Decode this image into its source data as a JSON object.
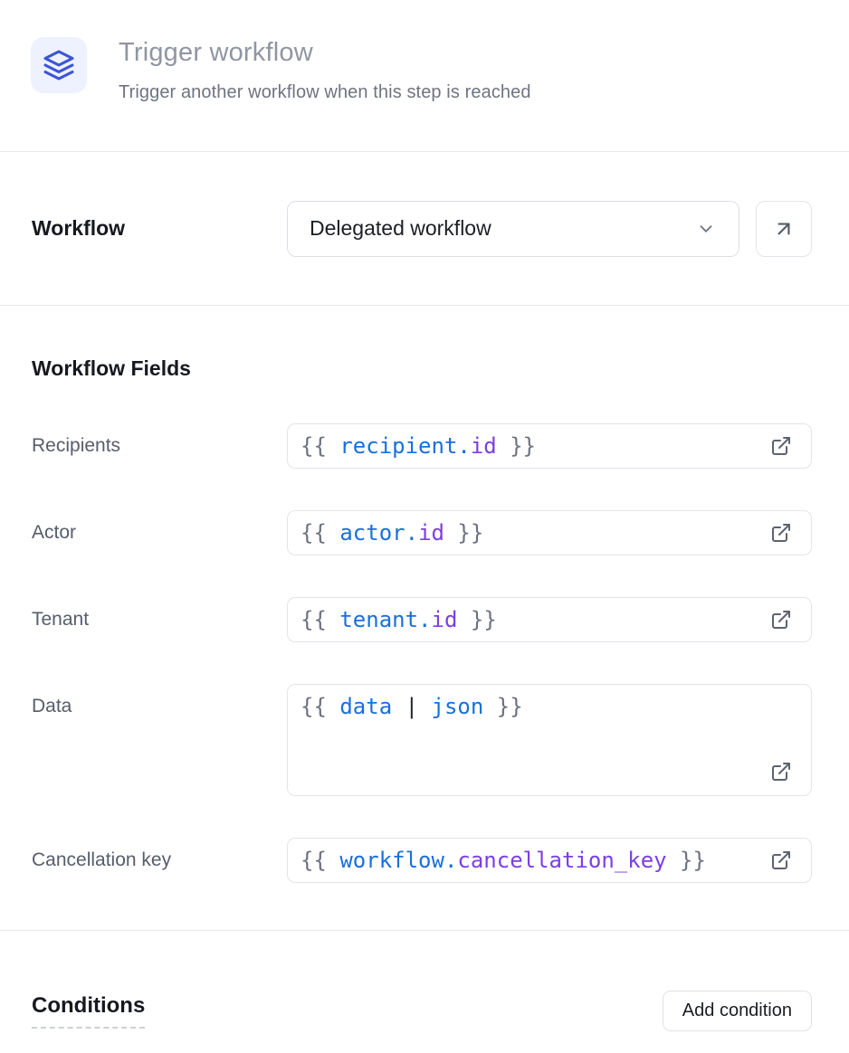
{
  "colors": {
    "code_blue": "#1a6fdb",
    "code_purple": "#7c3fe0",
    "code_gray": "#6b7280",
    "code_dark": "#23262c",
    "icon_blue": "#3b55d4",
    "icon_background": "#eef2fe"
  },
  "header": {
    "icon": "layers-icon",
    "title": "Trigger workflow",
    "subtitle": "Trigger another workflow when this step is reached"
  },
  "workflow": {
    "label": "Workflow",
    "selected": "Delegated workflow",
    "open_icon": "arrow-up-right-icon"
  },
  "fields_section": {
    "heading": "Workflow Fields",
    "expand_icon": "external-link-icon",
    "fields": [
      {
        "label": "Recipients",
        "tokens": [
          {
            "text": "{{ ",
            "type": "delim"
          },
          {
            "text": "recipient.",
            "type": "var"
          },
          {
            "text": "id",
            "type": "prop"
          },
          {
            "text": " }}",
            "type": "delim"
          }
        ]
      },
      {
        "label": "Actor",
        "tokens": [
          {
            "text": "{{ ",
            "type": "delim"
          },
          {
            "text": "actor.",
            "type": "var"
          },
          {
            "text": "id",
            "type": "prop"
          },
          {
            "text": " }}",
            "type": "delim"
          }
        ]
      },
      {
        "label": "Tenant",
        "tokens": [
          {
            "text": "{{ ",
            "type": "delim"
          },
          {
            "text": "tenant.",
            "type": "var"
          },
          {
            "text": "id",
            "type": "prop"
          },
          {
            "text": " }}",
            "type": "delim"
          }
        ]
      },
      {
        "label": "Data",
        "tokens": [
          {
            "text": "{{ ",
            "type": "delim"
          },
          {
            "text": "data",
            "type": "var"
          },
          {
            "text": " | ",
            "type": "op"
          },
          {
            "text": "json",
            "type": "var"
          },
          {
            "text": " }}",
            "type": "delim"
          }
        ]
      },
      {
        "label": "Cancellation key",
        "tokens": [
          {
            "text": "{{ ",
            "type": "delim"
          },
          {
            "text": "workflow.",
            "type": "var"
          },
          {
            "text": "cancellation_key",
            "type": "prop"
          },
          {
            "text": " }}",
            "type": "delim"
          }
        ]
      }
    ]
  },
  "conditions": {
    "heading": "Conditions",
    "add_button": "Add condition"
  }
}
